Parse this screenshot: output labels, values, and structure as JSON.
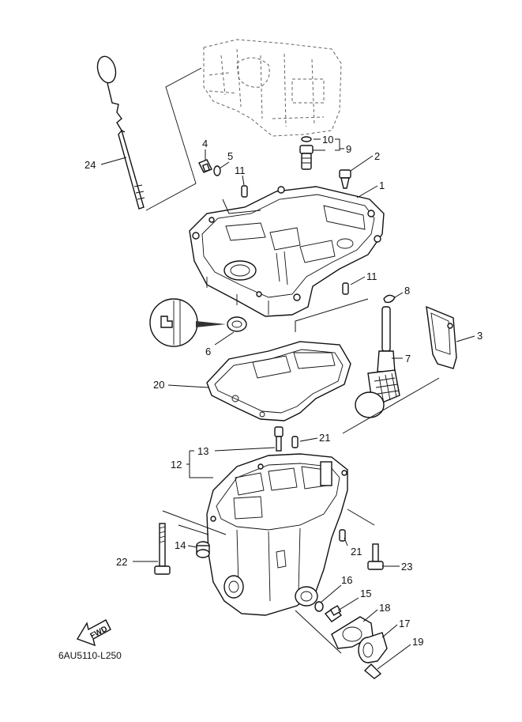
{
  "diagram": {
    "drawing_code": "6AU5110-L250",
    "fwd_label": "FWD",
    "callouts": {
      "c1": "1",
      "c2": "2",
      "c3": "3",
      "c4": "4",
      "c5": "5",
      "c6": "6",
      "c7": "7",
      "c8": "8",
      "c9": "9",
      "c10": "10",
      "c11a": "11",
      "c11b": "11",
      "c12": "12",
      "c13": "13",
      "c14": "14",
      "c15": "15",
      "c16": "16",
      "c17": "17",
      "c18": "18",
      "c19": "19",
      "c20": "20",
      "c21a": "21",
      "c21b": "21",
      "c22": "22",
      "c23": "23",
      "c24": "24"
    }
  }
}
